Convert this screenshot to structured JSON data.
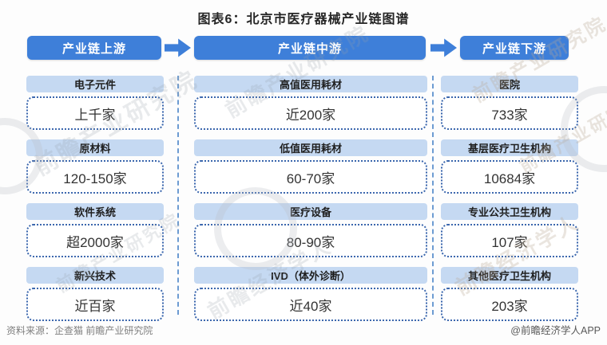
{
  "title": "图表6：北京市医疗器械产业链图谱",
  "columns": [
    {
      "header": "产业链上游",
      "groups": [
        {
          "category": "电子元件",
          "value": "上千家"
        },
        {
          "category": "原材料",
          "value": "120-150家"
        },
        {
          "category": "软件系统",
          "value": "超2000家"
        },
        {
          "category": "新兴技术",
          "value": "近百家"
        }
      ]
    },
    {
      "header": "产业链中游",
      "groups": [
        {
          "category": "高值医用耗材",
          "value": "近200家"
        },
        {
          "category": "低值医用耗材",
          "value": "60-70家"
        },
        {
          "category": "医疗设备",
          "value": "80-90家"
        },
        {
          "category": "IVD（体外诊断）",
          "value": "近40家"
        }
      ]
    },
    {
      "header": "产业链下游",
      "groups": [
        {
          "category": "医院",
          "value": "733家"
        },
        {
          "category": "基层医疗卫生机构",
          "value": "10684家"
        },
        {
          "category": "专业公共卫生机构",
          "value": "107家"
        },
        {
          "category": "其他医疗卫生机构",
          "value": "203家"
        }
      ]
    }
  ],
  "footer": {
    "source": "资料来源：企查猫 前瞻产业研究院",
    "credit": "@前瞻经济学人APP"
  },
  "watermark": {
    "brand1": "前瞻产业研究院",
    "brand2": "前瞻经济学人"
  },
  "colors": {
    "header_blue": "#3E7FD9",
    "category_blue": "#C5D9F2",
    "dashed_border_blue": "#3A66AD",
    "divider_blue": "#6C9BD2"
  }
}
